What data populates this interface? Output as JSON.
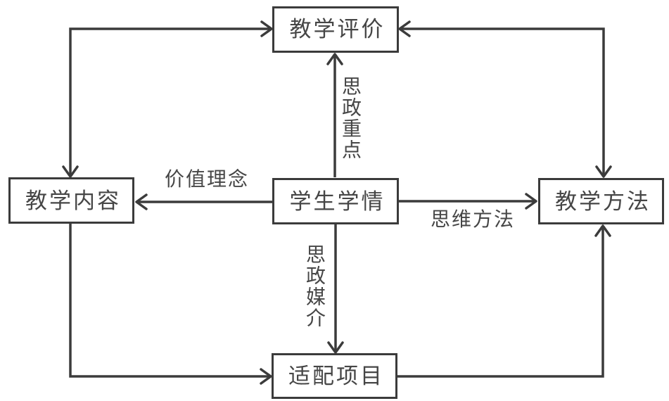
{
  "diagram": {
    "background": "#ffffff",
    "line_color": "#3b3b3b",
    "text_color": "#464646",
    "nodes": {
      "evaluation": {
        "label": "教学评价"
      },
      "content": {
        "label": "教学内容"
      },
      "student": {
        "label": "学生学情"
      },
      "method": {
        "label": "教学方法"
      },
      "project": {
        "label": "适配项目"
      }
    },
    "edge_labels": {
      "focus": "思政重点",
      "values": "价值理念",
      "thinking": "思维方法",
      "medium": "思政媒介"
    },
    "edges": [
      {
        "from": "学生学情",
        "to": "教学评价",
        "label": "思政重点",
        "arrows": "single",
        "route": "straight-up"
      },
      {
        "from": "学生学情",
        "to": "教学内容",
        "label": "价值理念",
        "arrows": "single",
        "route": "straight-left"
      },
      {
        "from": "学生学情",
        "to": "教学方法",
        "label": "思维方法",
        "arrows": "single",
        "route": "straight-right"
      },
      {
        "from": "学生学情",
        "to": "适配项目",
        "label": "思政媒介",
        "arrows": "single",
        "route": "straight-down"
      },
      {
        "from": "教学内容",
        "to": "教学评价",
        "label": "",
        "arrows": "double",
        "route": "elbow-top-left"
      },
      {
        "from": "教学方法",
        "to": "教学评价",
        "label": "",
        "arrows": "double",
        "route": "elbow-top-right"
      },
      {
        "from": "教学内容",
        "to": "适配项目",
        "label": "",
        "arrows": "single",
        "route": "elbow-bottom-left"
      },
      {
        "from": "适配项目",
        "to": "教学方法",
        "label": "",
        "arrows": "single",
        "route": "elbow-bottom-right"
      }
    ]
  }
}
